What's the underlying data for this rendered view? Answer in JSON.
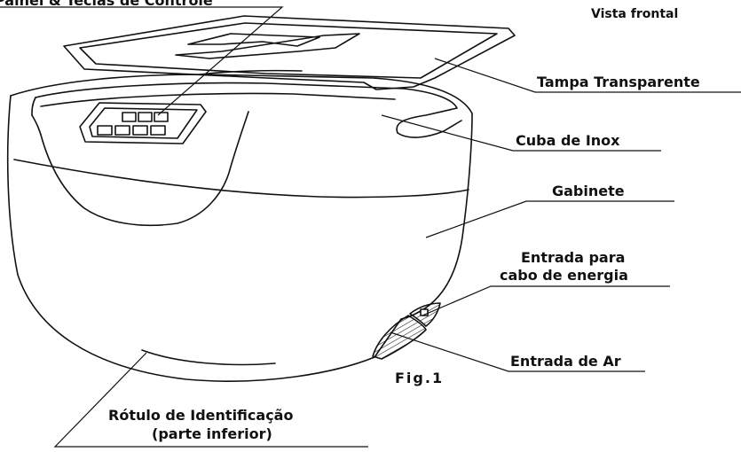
{
  "view_title": "Vista frontal",
  "figure_caption": "Fig.1",
  "labels": {
    "control_panel": "Painel & Teclas de Controle",
    "lid": "Tampa Transparente",
    "tank": "Cuba de Inox",
    "cabinet": "Gabinete",
    "power_inlet_line1": "Entrada para",
    "power_inlet_line2": "cabo de energia",
    "air_inlet": "Entrada de Ar",
    "id_label_line1": "Rótulo de Identificação",
    "id_label_line2": "(parte inferior)"
  },
  "colors": {
    "ink": "#111111",
    "background": "#ffffff"
  }
}
